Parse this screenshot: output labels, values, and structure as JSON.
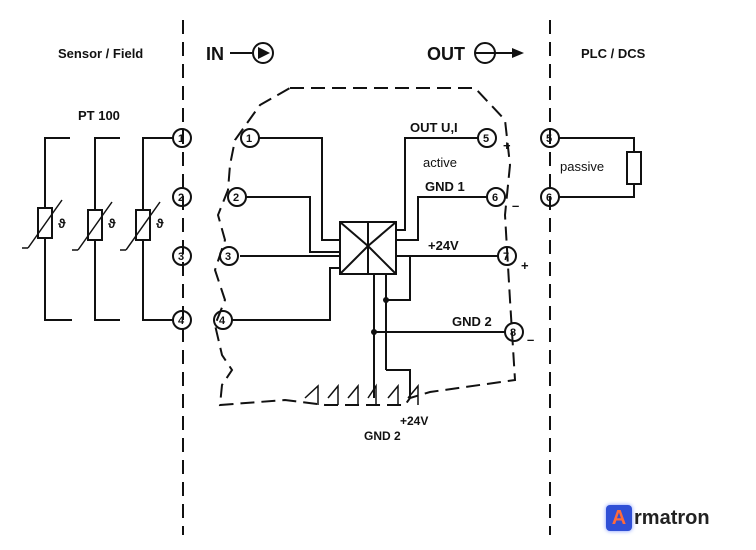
{
  "headers": {
    "sensor_field": "Sensor / Field",
    "in": "IN",
    "out": "OUT",
    "plc_dcs": "PLC / DCS"
  },
  "sensor": {
    "name": "PT 100",
    "theta_symbol": "ϑ"
  },
  "terminals": {
    "field_left": [
      "1",
      "2",
      "3",
      "4"
    ],
    "module_inputs": [
      "1",
      "2",
      "3",
      "4"
    ],
    "module_outputs": [
      "5",
      "6",
      "7",
      "8"
    ],
    "plc": [
      "5",
      "6"
    ]
  },
  "labels": {
    "out_ui": "OUT U,I",
    "active": "active",
    "gnd1": "GND 1",
    "plus24v_right": "+24V",
    "gnd2_right": "GND 2",
    "plus24v_bottom": "+24V",
    "gnd2_bottom": "GND 2",
    "passive": "passive"
  },
  "polarity": {
    "t5": "+",
    "t6": "–",
    "t7": "+",
    "t8": "–"
  },
  "logo": {
    "letter": "A",
    "text": "rmatron",
    "color": "#2f4fd6"
  }
}
